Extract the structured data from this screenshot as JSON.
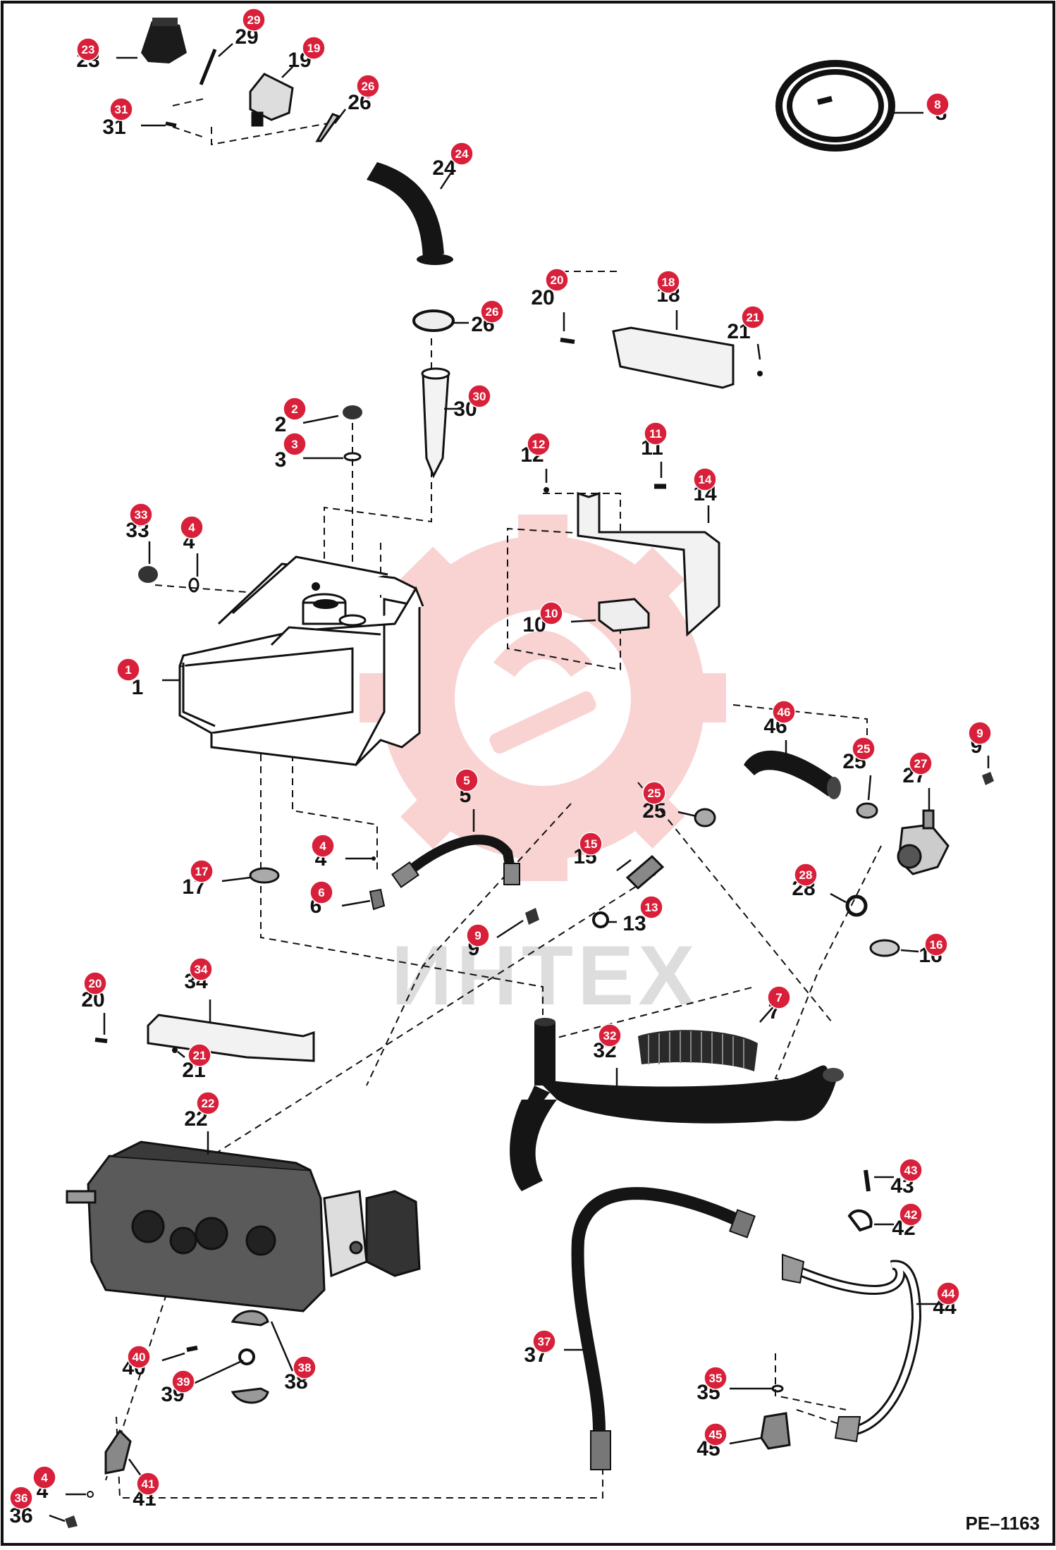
{
  "diagram": {
    "code": "PE–1163",
    "watermark": "ИНТЕХ",
    "badge_color": "#d8203a",
    "callouts": [
      {
        "badge": "23",
        "label": "23"
      },
      {
        "badge": "29",
        "label": "29"
      },
      {
        "badge": "19",
        "label": "19"
      },
      {
        "badge": "26",
        "label": "26"
      },
      {
        "badge": "31",
        "label": "31"
      },
      {
        "badge": "24",
        "label": "24"
      },
      {
        "badge": "8",
        "label": "8"
      },
      {
        "badge": "26",
        "label": "26"
      },
      {
        "badge": "20",
        "label": "20"
      },
      {
        "badge": "18",
        "label": "18"
      },
      {
        "badge": "21",
        "label": "21"
      },
      {
        "badge": "30",
        "label": "30"
      },
      {
        "badge": "2",
        "label": "2"
      },
      {
        "badge": "3",
        "label": "3"
      },
      {
        "badge": "12",
        "label": "12"
      },
      {
        "badge": "11",
        "label": "11"
      },
      {
        "badge": "14",
        "label": "14"
      },
      {
        "badge": "33",
        "label": "33"
      },
      {
        "badge": "4",
        "label": "4"
      },
      {
        "badge": "10",
        "label": "10"
      },
      {
        "badge": "1",
        "label": "1"
      },
      {
        "badge": "46",
        "label": "46"
      },
      {
        "badge": "9",
        "label": "9"
      },
      {
        "badge": "25",
        "label": "25"
      },
      {
        "badge": "27",
        "label": "27"
      },
      {
        "badge": "5",
        "label": "5"
      },
      {
        "badge": "25",
        "label": "25"
      },
      {
        "badge": "15",
        "label": "15"
      },
      {
        "badge": "4",
        "label": "4"
      },
      {
        "badge": "17",
        "label": "17"
      },
      {
        "badge": "6",
        "label": "6"
      },
      {
        "badge": "28",
        "label": "28"
      },
      {
        "badge": "13",
        "label": "13"
      },
      {
        "badge": "9",
        "label": "9"
      },
      {
        "badge": "16",
        "label": "16"
      },
      {
        "badge": "20",
        "label": "20"
      },
      {
        "badge": "34",
        "label": "34"
      },
      {
        "badge": "7",
        "label": "7"
      },
      {
        "badge": "21",
        "label": "21"
      },
      {
        "badge": "32",
        "label": "32"
      },
      {
        "badge": "22",
        "label": "22"
      },
      {
        "badge": "43",
        "label": "43"
      },
      {
        "badge": "42",
        "label": "42"
      },
      {
        "badge": "44",
        "label": "44"
      },
      {
        "badge": "37",
        "label": "37"
      },
      {
        "badge": "40",
        "label": "40"
      },
      {
        "badge": "39",
        "label": "39"
      },
      {
        "badge": "38",
        "label": "38"
      },
      {
        "badge": "35",
        "label": "35"
      },
      {
        "badge": "45",
        "label": "45"
      },
      {
        "badge": "4",
        "label": "4"
      },
      {
        "badge": "36",
        "label": "36"
      },
      {
        "badge": "41",
        "label": "41"
      }
    ]
  }
}
